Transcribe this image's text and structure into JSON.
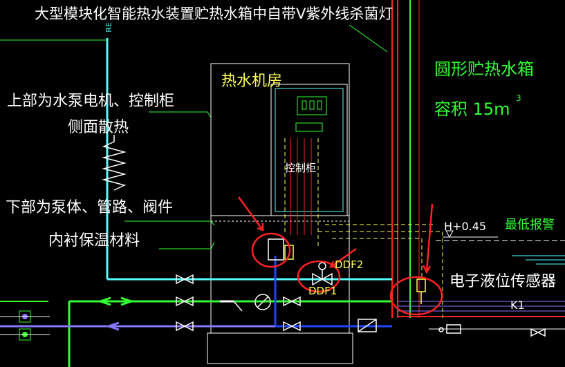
{
  "labels": {
    "title": "大型模块化智能热水装置贮热水箱中自带V紫外线杀菌灯",
    "pipe_tag": "RE",
    "room": "热水机房",
    "tank_name": "圆形贮热水箱",
    "tank_volume": "容积 15m",
    "tank_volume_sup": "3",
    "upper_note_1": "上部为水泵电机、控制柜",
    "upper_note_2": "侧面散热",
    "lower_note_1": "下部为泵体、管路、阀件",
    "lower_note_2": "内衬保温材料",
    "cabinet": "控制柜",
    "level_mark": "H+0.45",
    "low_alarm": "最低报警",
    "valve_2": "DDF2",
    "valve_1": "DDF1",
    "sensor": "电子液位传感器",
    "k1": "K1"
  },
  "colors": {
    "background": "#000000",
    "cyan": "#55ffff",
    "green": "#33ff33",
    "red": "#ff2222",
    "blue": "#2244ff",
    "white": "#ffffff",
    "yellow": "#ffff55",
    "purple": "#8877ff",
    "magenta": "#ff44ff"
  }
}
